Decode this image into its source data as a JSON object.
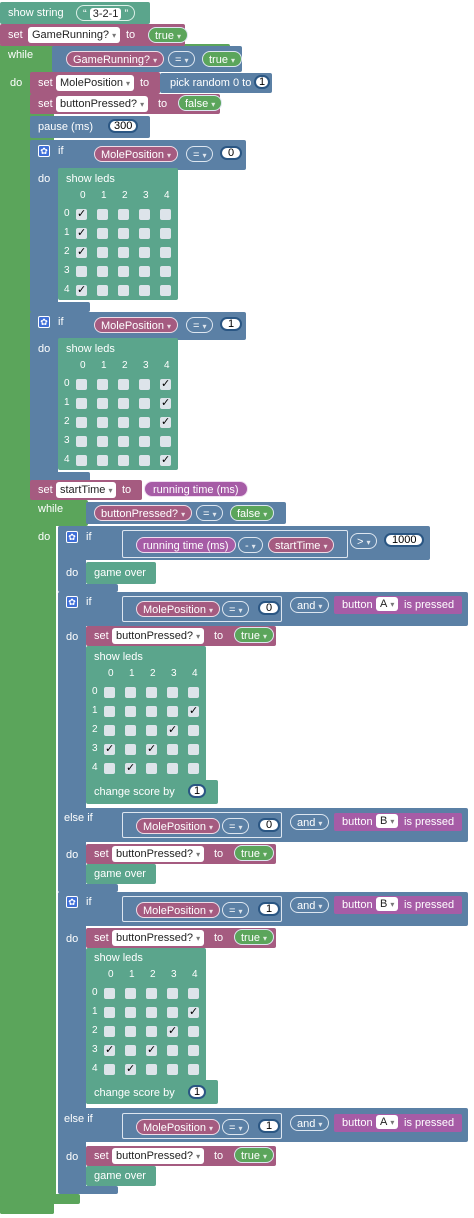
{
  "show_string": {
    "label": "show string",
    "open_quote": "“",
    "value": "3-2-1",
    "close_quote": "”"
  },
  "set_running": {
    "set": "set",
    "var": "GameRunning?",
    "to": "to",
    "value": "true"
  },
  "while_main": {
    "label": "while",
    "var": "GameRunning?",
    "op": "=",
    "value": "true",
    "do": "do"
  },
  "set_mole": {
    "set": "set",
    "var": "MolePosition",
    "to": "to",
    "pick": "pick random 0 to",
    "max": "1"
  },
  "set_btn1": {
    "set": "set",
    "var": "buttonPressed?",
    "to": "to",
    "value": "false"
  },
  "pause": {
    "label": "pause (ms)",
    "value": "300"
  },
  "if1": {
    "if": "if",
    "var": "MolePosition",
    "op": "=",
    "value": "0",
    "do": "do",
    "show": "show leds"
  },
  "if2": {
    "if": "if",
    "var": "MolePosition",
    "op": "=",
    "value": "1",
    "do": "do",
    "show": "show leds"
  },
  "cols": [
    "0",
    "1",
    "2",
    "3",
    "4"
  ],
  "rows": [
    "0",
    "1",
    "2",
    "3",
    "4"
  ],
  "leds_left": [
    [
      1,
      0,
      0,
      0,
      0
    ],
    [
      1,
      0,
      0,
      0,
      0
    ],
    [
      1,
      0,
      0,
      0,
      0
    ],
    [
      0,
      0,
      0,
      0,
      0
    ],
    [
      1,
      0,
      0,
      0,
      0
    ]
  ],
  "leds_right": [
    [
      0,
      0,
      0,
      0,
      1
    ],
    [
      0,
      0,
      0,
      0,
      1
    ],
    [
      0,
      0,
      0,
      0,
      1
    ],
    [
      0,
      0,
      0,
      0,
      0
    ],
    [
      0,
      0,
      0,
      0,
      1
    ]
  ],
  "leds_smile": [
    [
      0,
      0,
      0,
      0,
      0
    ],
    [
      0,
      0,
      0,
      0,
      1
    ],
    [
      0,
      0,
      0,
      1,
      0
    ],
    [
      1,
      0,
      1,
      0,
      0
    ],
    [
      0,
      1,
      0,
      0,
      0
    ]
  ],
  "set_start": {
    "set": "set",
    "var": "startTime",
    "to": "to",
    "value": "running time (ms)"
  },
  "while_inner": {
    "label": "while",
    "var": "buttonPressed?",
    "op": "=",
    "value": "false",
    "do": "do"
  },
  "if_time": {
    "if": "if",
    "rt": "running time (ms)",
    "minus": "-",
    "var": "startTime",
    "gt": ">",
    "value": "1000",
    "do": "do",
    "go": "game over"
  },
  "if3": {
    "if": "if",
    "var": "MolePosition",
    "op": "=",
    "value": "0",
    "and": "and",
    "btn_pre": "button",
    "btn": "A",
    "btn_post": "is pressed",
    "do": "do",
    "set": "set",
    "setvar": "buttonPressed?",
    "to": "to",
    "setval": "true",
    "show": "show leds",
    "score": "change score by",
    "score_val": "1",
    "elseif": "else if",
    "var2": "MolePosition",
    "op2": "=",
    "value2": "0",
    "and2": "and",
    "btn2_pre": "button",
    "btn2": "B",
    "btn2_post": "is pressed",
    "do2": "do",
    "set2": "set",
    "setvar2": "buttonPressed?",
    "to2": "to",
    "setval2": "true",
    "go": "game over"
  },
  "if4": {
    "if": "if",
    "var": "MolePosition",
    "op": "=",
    "value": "1",
    "and": "and",
    "btn_pre": "button",
    "btn": "B",
    "btn_post": "is pressed",
    "do": "do",
    "set": "set",
    "setvar": "buttonPressed?",
    "to": "to",
    "setval": "true",
    "show": "show leds",
    "score": "change score by",
    "score_val": "1",
    "elseif": "else if",
    "var2": "MolePosition",
    "op2": "=",
    "value2": "1",
    "and2": "and",
    "btn2_pre": "button",
    "btn2": "A",
    "btn2_post": "is pressed",
    "do2": "do",
    "set2": "set",
    "setvar2": "buttonPressed?",
    "to2": "to",
    "setval2": "true",
    "go": "game over"
  }
}
